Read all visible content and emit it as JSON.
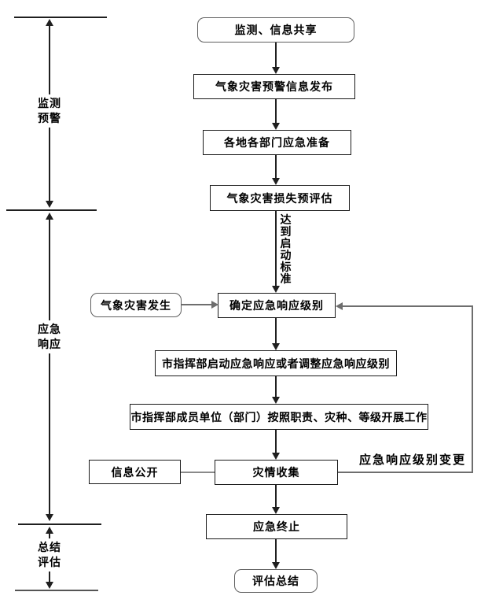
{
  "diagram": {
    "phases": [
      {
        "label": "监测\n预警"
      },
      {
        "label": "应急\n响应"
      },
      {
        "label": "总结\n评估"
      }
    ],
    "nodes": {
      "monitoring_sharing": "监测、信息共享",
      "warning_release": "气象灾害预警信息发布",
      "local_preparation": "各地各部门应急准备",
      "loss_preassessment": "气象灾害损失预评估",
      "disaster_occurs": "气象灾害发生",
      "determine_level": "确定应急响应级别",
      "start_adjust_response": "市指挥部启动应急响应或者调整应急响应级别",
      "members_work": "市指挥部成员单位（部门）按照职责、灾种、等级开展工作",
      "info_disclosure": "信息公开",
      "disaster_collection": "灾情收集",
      "emergency_termination": "应急终止",
      "evaluation_summary": "评估总结"
    },
    "edge_labels": {
      "reach_criteria": "达到启动标准",
      "level_change": "应急响应级别变更"
    },
    "colors": {
      "line": "#1f1f1f",
      "side_line": "#6e6e6e",
      "background": "#ffffff",
      "text": "#000000"
    }
  }
}
